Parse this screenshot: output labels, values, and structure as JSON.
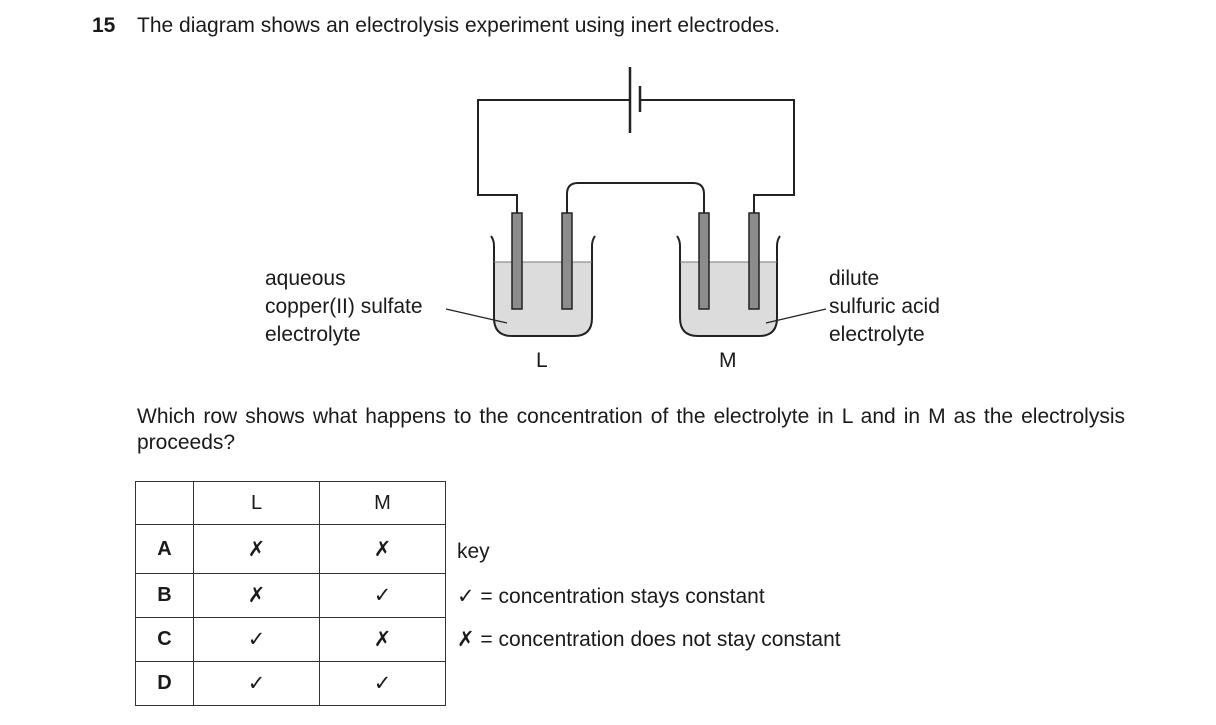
{
  "question": {
    "number": "15",
    "intro": "The diagram shows an electrolysis experiment using inert electrodes.",
    "prompt": "Which row shows what happens to the concentration of the electrolyte in L and in M as the electrolysis proceeds?"
  },
  "diagram": {
    "left_label": [
      "aqueous",
      "copper(II) sulfate",
      "electrolyte"
    ],
    "right_label": [
      "dilute",
      "sulfuric acid",
      "electrolyte"
    ],
    "cell_left": "L",
    "cell_right": "M"
  },
  "table": {
    "headers": [
      "",
      "L",
      "M"
    ],
    "rows": [
      {
        "option": "A",
        "L": "✗",
        "M": "✗"
      },
      {
        "option": "B",
        "L": "✗",
        "M": "✓"
      },
      {
        "option": "C",
        "L": "✓",
        "M": "✗"
      },
      {
        "option": "D",
        "L": "✓",
        "M": "✓"
      }
    ]
  },
  "key": {
    "title": "key",
    "tick": "✓ = concentration stays constant",
    "cross": "✗ = concentration does not stay constant"
  }
}
